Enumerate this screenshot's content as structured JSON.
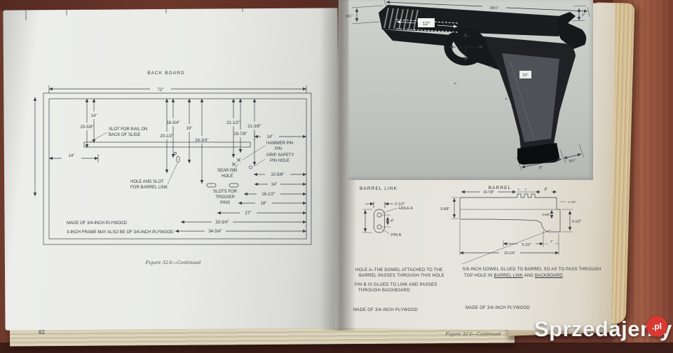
{
  "colors": {
    "badge_red": "#db3832",
    "wood_desk": "#6e3a2c",
    "page_paper": "#e9eae5",
    "photo_gray": "#c6c9c4",
    "line_ink": "#3a3f46"
  },
  "watermark": {
    "brand": "Sprzedajemy",
    "tld": ".pl"
  },
  "left_page": {
    "page_number": "62",
    "figure_caption": "Figure 32①—Continued",
    "diagram": {
      "title": "BACK BOARD",
      "dim_overall": "72''",
      "dim_14_a": "14''",
      "dim_15_58": "15-5/8''",
      "dim_18_34": "18-3/4''",
      "dim_19": "19''",
      "dim_20_12": "20-1/2''",
      "dim_24_34": "24-3/4''",
      "dim_21_12": "21-1/2''",
      "dim_19_78": "19-7/8''",
      "dim_21_38": "21-3/8''",
      "dim_14_left": "14''",
      "dim_14_right": "14''",
      "dim_10_58": "10-5/8''",
      "dim_14_b": "14''",
      "dim_16_12": "16-1/2''",
      "dim_18": "18''",
      "dim_27": "27''",
      "dim_33_34": "33-3/4''",
      "dim_34_34": "34-3/4''",
      "label_slot_rail_1": "SLOT FOR RAIL ON",
      "label_slot_rail_2": "BACK OF SLIDE",
      "label_hammer_1": "HAMMER PIN",
      "label_hammer_2": "PIN",
      "label_grip_safety_1": "GRIP SAFETY",
      "label_grip_safety_2": "PIN HOLE",
      "label_sear_1": "SEAR PIN",
      "label_sear_2": "HOLE",
      "label_hole_slot_1": "HOLE AND SLOT",
      "label_hole_slot_2": "FOR BARREL LINK",
      "label_trigger_1": "SLOTS FOR",
      "label_trigger_2": "TRIGGER",
      "label_trigger_3": "PINS",
      "note_1": "MADE OF 3/4-INCH PLYWOOD",
      "note_2": "3-INCH FRAME MAY ALSO BE OF 3/4-INCH PLYWOOD"
    }
  },
  "right_page": {
    "figure_caption": "Figure 32①—Continued",
    "photo": {
      "dim_top": "39½''",
      "dim_muzzle_height": "3¾''",
      "dim_slide": "12''",
      "dim_rear": "2''",
      "dim_guard_v": "6''",
      "dim_guard_h": "9''",
      "tag_grip": "22''",
      "dim_base": "9''",
      "dim_base_2": "6¼''"
    },
    "barrel_link": {
      "title": "BARREL LINK",
      "dim_width": "2-1/2''",
      "label_hole_a": "HOLE A",
      "dim_height": "4''",
      "label_pin_b": "PIN B"
    },
    "barrel": {
      "title": "BARREL",
      "dim_length": "19-7/8''",
      "dim_notch_1": "1''",
      "dim_notch_2": "1''",
      "dim_8": "8''",
      "dim_1_12": "1-1/2''",
      "dim_left_height": "3-5/8''",
      "dim_mid_height": "3-5/8''",
      "dim_right_height": "6-1/2''",
      "dim_5_12": "5-1/2''",
      "dim_1": "1''",
      "dim_total": "23-1/4''"
    },
    "notes_left": {
      "line_1": "HOLE A–THE DOWEL ATTACHED TO THE",
      "line_2": "BARREL PASSES THROUGH THIS HOLE",
      "line_3": "PIN B IS GLUED TO LINK AND PASSES",
      "line_4": "THROUGH BACKBOARD",
      "line_5": "MADE OF 3/4-INCH PLYWOOD"
    },
    "notes_right": {
      "line_1": "5/8-INCH DOWEL GLUED TO BARREL SO AS TO PASS THROUGH",
      "line_2_a": "TOP HOLE IN ",
      "line_2_b": "BARREL LINK",
      "line_2_c": " AND ",
      "line_2_d": "BACKBOARD",
      "line_3": "MADE OF 3/8-INCH PLYWOOD"
    }
  }
}
